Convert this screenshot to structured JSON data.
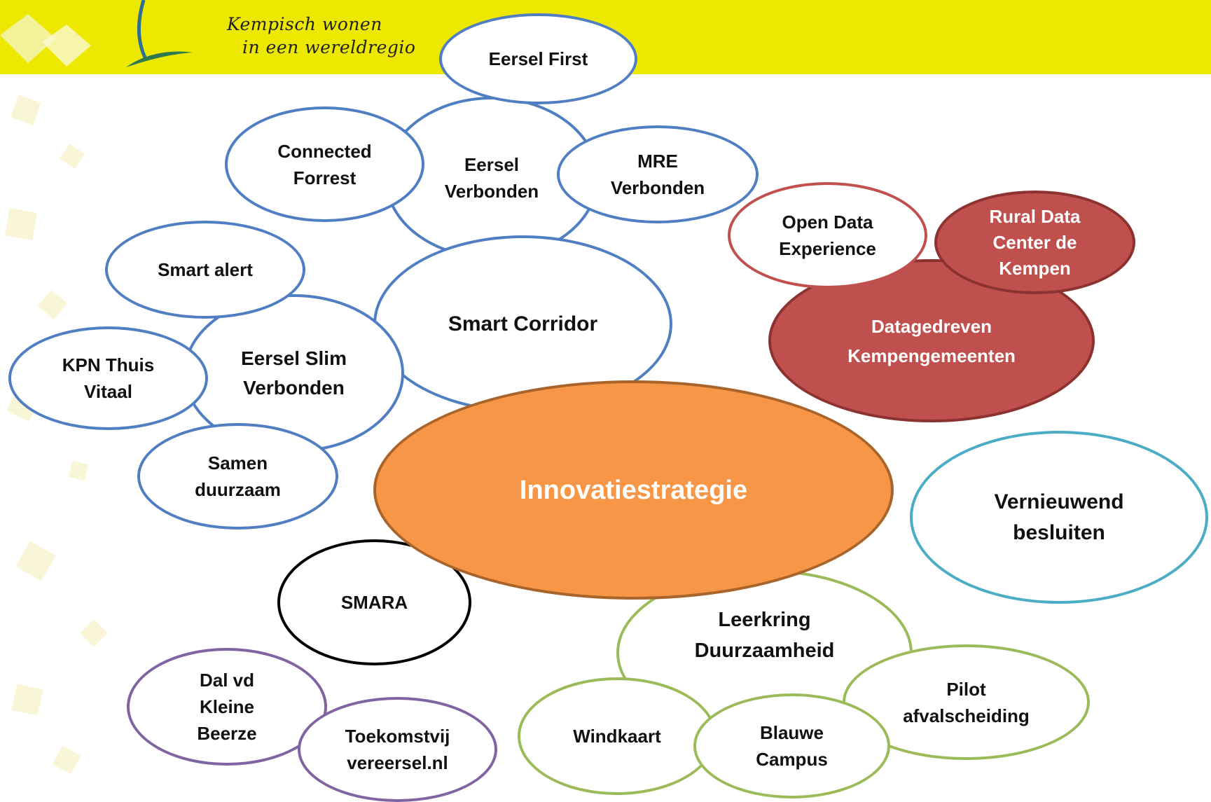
{
  "header": {
    "tagline_line1": "Kempisch wonen",
    "tagline_line2": "in een wereldregio",
    "banner_color": "#ede800",
    "logo": "kempen-swoosh-logo"
  },
  "nodes": {
    "eersel_first": "Eersel First",
    "connected_forrest": "Connected\nForrest",
    "eersel_verbonden": "Eersel\nVerbonden",
    "mre_verbonden": "MRE\nVerbonden",
    "open_data_experience": "Open Data\nExperience",
    "rural_data_center": "Rural Data\nCenter de\nKempen",
    "smart_alert": "Smart alert",
    "smart_corridor": "Smart Corridor",
    "datagedreven": "Datagedreven\nKempengemeenten",
    "kpn_thuis_vitaal": "KPN Thuis\nVitaal",
    "eersel_slim_verbonden": "Eersel Slim\nVerbonden",
    "samen_duurzaam": "Samen\nduurzaam",
    "innovatiestrategie": "Innovatiestrategie",
    "vernieuwend_besluiten": "Vernieuwend\nbesluiten",
    "smara": "SMARA",
    "leerkring_duurzaamheid": "Leerkring\nDuurzaamheid",
    "pilot_afvalscheiding": "Pilot\nafvalscheiding",
    "dal_vd_kleine_beerze": "Dal vd\nKleine\nBeerze",
    "toekomstvij": "Toekomstvij\nvereersel.nl",
    "windkaart": "Windkaart",
    "blauwe_campus": "Blauwe\nCampus"
  },
  "colors": {
    "blue_outline": "#4f7ec2",
    "red_outline": "#c0504d",
    "red_fill": "#c0504d",
    "orange_fill": "#f79646",
    "teal_outline": "#4bacc6",
    "black_outline": "#000000",
    "purple_outline": "#8064a2",
    "green_outline": "#9bbb59"
  }
}
